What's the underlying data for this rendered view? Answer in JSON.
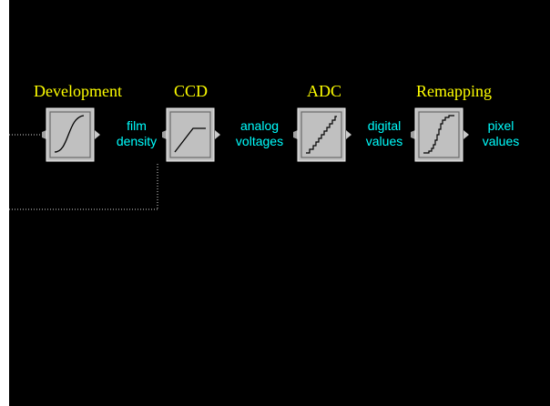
{
  "stages": [
    {
      "title": "Development",
      "curve": "s-curve-icon"
    },
    {
      "title": "CCD",
      "curve": "ramp-saturate-icon"
    },
    {
      "title": "ADC",
      "curve": "staircase-icon"
    },
    {
      "title": "Remapping",
      "curve": "stepped-s-curve-icon"
    }
  ],
  "flow_labels": [
    {
      "line1": "film",
      "line2": "density"
    },
    {
      "line1": "analog",
      "line2": "voltages"
    },
    {
      "line1": "digital",
      "line2": "values"
    },
    {
      "line1": "pixel",
      "line2": "values"
    }
  ],
  "colors": {
    "background": "#000000",
    "title": "#ffff00",
    "label": "#00ffff",
    "block_face": "#c0c0c0",
    "wire": "#ffffff"
  }
}
